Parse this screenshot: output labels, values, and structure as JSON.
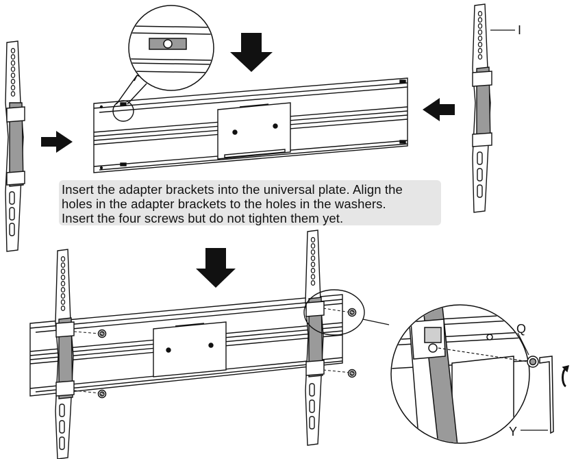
{
  "instruction": {
    "line1": "Insert the adapter brackets into the universal plate. Align the",
    "line2": "holes in the adapter brackets to the holes in the washers.",
    "line3": "Insert the four screws but do not tighten them yet."
  },
  "labels": {
    "bracket_part": "I",
    "washer_part": "Q",
    "hex_key_part": "Y"
  }
}
